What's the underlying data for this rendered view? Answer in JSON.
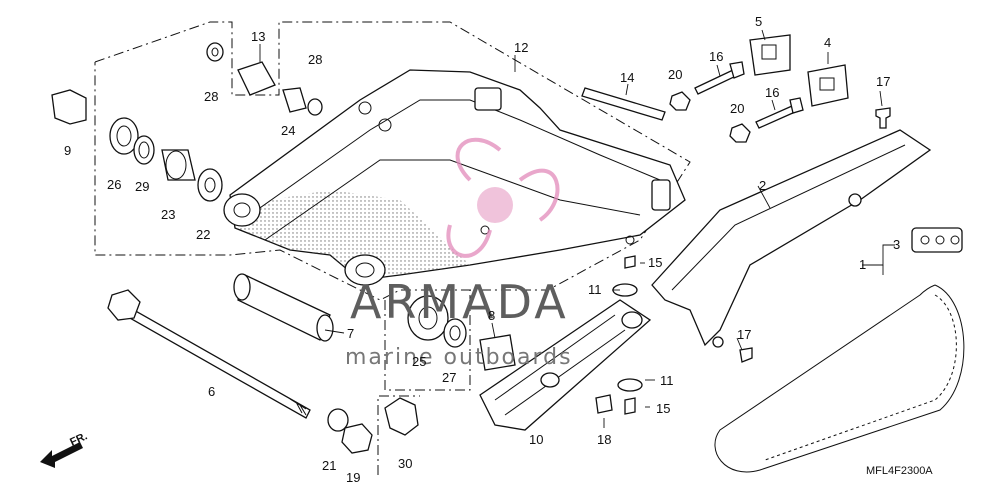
{
  "diagram": {
    "code": "MFL4F2300A",
    "direction_label": "FR.",
    "watermark": {
      "brand": "ARMADA",
      "tagline": "marine outboards"
    },
    "callouts": [
      {
        "id": "c1",
        "text": "1"
      },
      {
        "id": "c2",
        "text": "2"
      },
      {
        "id": "c3",
        "text": "3"
      },
      {
        "id": "c4",
        "text": "4"
      },
      {
        "id": "c5",
        "text": "5"
      },
      {
        "id": "c6",
        "text": "6"
      },
      {
        "id": "c7",
        "text": "7"
      },
      {
        "id": "c8",
        "text": "8"
      },
      {
        "id": "c9",
        "text": "9"
      },
      {
        "id": "c10",
        "text": "10"
      },
      {
        "id": "c11a",
        "text": "11"
      },
      {
        "id": "c11b",
        "text": "11"
      },
      {
        "id": "c12",
        "text": "12"
      },
      {
        "id": "c13",
        "text": "13"
      },
      {
        "id": "c14",
        "text": "14"
      },
      {
        "id": "c15a",
        "text": "15"
      },
      {
        "id": "c15b",
        "text": "15"
      },
      {
        "id": "c16a",
        "text": "16"
      },
      {
        "id": "c16b",
        "text": "16"
      },
      {
        "id": "c17a",
        "text": "17"
      },
      {
        "id": "c17b",
        "text": "17"
      },
      {
        "id": "c18",
        "text": "18"
      },
      {
        "id": "c19",
        "text": "19"
      },
      {
        "id": "c20a",
        "text": "20"
      },
      {
        "id": "c20b",
        "text": "20"
      },
      {
        "id": "c21",
        "text": "21"
      },
      {
        "id": "c22",
        "text": "22"
      },
      {
        "id": "c23",
        "text": "23"
      },
      {
        "id": "c24",
        "text": "24"
      },
      {
        "id": "c25",
        "text": "25"
      },
      {
        "id": "c26",
        "text": "26"
      },
      {
        "id": "c27",
        "text": "27"
      },
      {
        "id": "c28a",
        "text": "28"
      },
      {
        "id": "c28b",
        "text": "28"
      },
      {
        "id": "c29",
        "text": "29"
      },
      {
        "id": "c30",
        "text": "30"
      }
    ]
  }
}
